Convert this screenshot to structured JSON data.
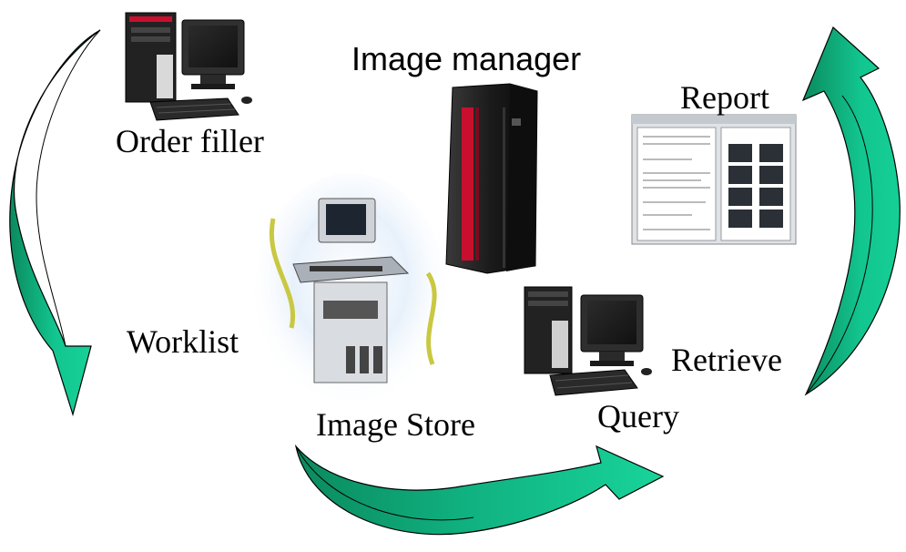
{
  "labels": {
    "image_manager": "Image manager",
    "order_filler": "Order filler",
    "report": "Report",
    "worklist": "Worklist",
    "image_store": "Image Store",
    "query": "Query",
    "retrieve": "Retrieve"
  },
  "colors": {
    "arrow_light": "#12c68f",
    "arrow_dark": "#0b8a5e",
    "arrow_outline": "#000000",
    "server_red": "#c8102e"
  },
  "icons": {
    "order_filler_device": "desktop-computer-icon",
    "image_manager_device": "rack-server-icon",
    "modality_device": "ultrasound-scanner-icon",
    "report_document": "report-document-icon",
    "query_device": "desktop-computer-icon"
  }
}
